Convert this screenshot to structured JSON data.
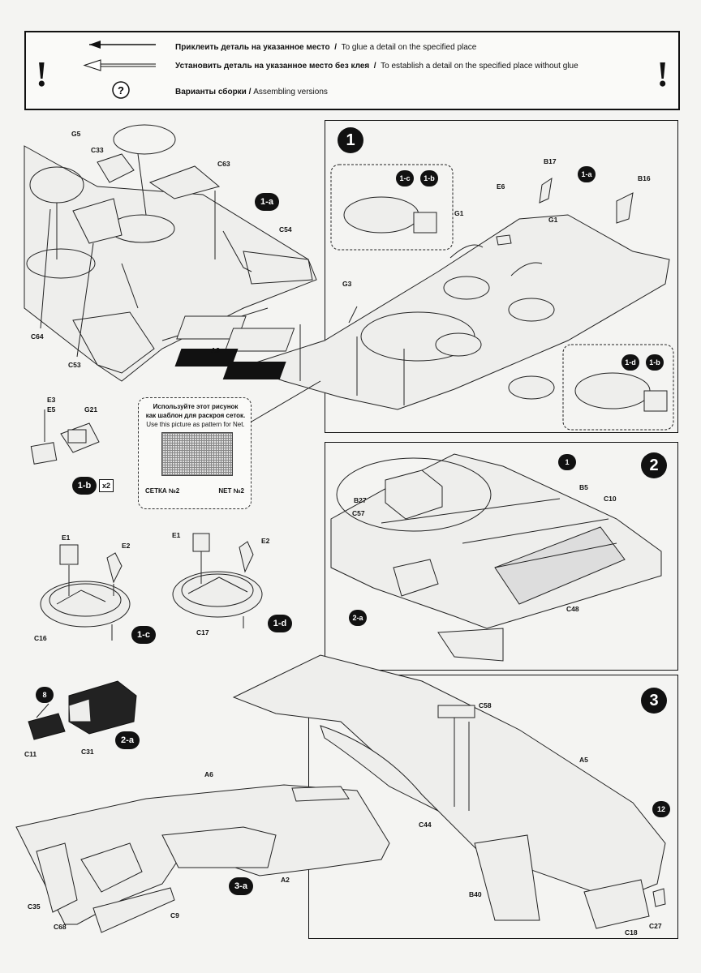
{
  "legend": {
    "glue_ru": "Приклеить деталь на указанное место",
    "glue_en": "To glue a detail on the specified place",
    "noglue_ru": "Установить деталь на указанное место без клея",
    "noglue_en": "To establish a detail on the specified place without glue",
    "versions_ru": "Варианты сборки",
    "versions_en": "Assembling versions",
    "question": "?",
    "bang": "!"
  },
  "net_note": {
    "ru1": "Используйте этот рисунок",
    "ru2": "как шаблон для раскроя сеток.",
    "en": "Use this picture as pattern for Net.",
    "name_ru": "СЕТКА №2",
    "name_en": "NET №2"
  },
  "steps": [
    "1",
    "2",
    "3"
  ],
  "subassemblies": {
    "s1a": "1-a",
    "s1b": "1-b",
    "s1c": "1-c",
    "s1d": "1-d",
    "s2a": "2-a",
    "s3a": "3-a",
    "x2": "x2",
    "star8": "8",
    "star12": "12",
    "one": "1"
  },
  "labels": {
    "g5": "G5",
    "c33": "C33",
    "c63": "C63",
    "c54": "C54",
    "c64": "C64",
    "c53": "C53",
    "a3": "A3",
    "g3": "G3",
    "g1a": "G1",
    "g1b": "G1",
    "e6": "E6",
    "b17": "B17",
    "b16": "B16",
    "e3": "E3",
    "e5": "E5",
    "g21": "G21",
    "e1a": "E1",
    "e2a": "E2",
    "c16": "C16",
    "e1b": "E1",
    "e2b": "E2",
    "c17": "C17",
    "b27": "B27",
    "c57": "C57",
    "b5": "B5",
    "c10": "C10",
    "c48": "C48",
    "c11": "C11",
    "c31": "C31",
    "c58": "C58",
    "a5": "A5",
    "c44": "C44",
    "b40": "B40",
    "c18": "C18",
    "c27": "C27",
    "a6": "A6",
    "a2": "A2",
    "c35": "C35",
    "c68": "C68",
    "c9": "C9"
  }
}
